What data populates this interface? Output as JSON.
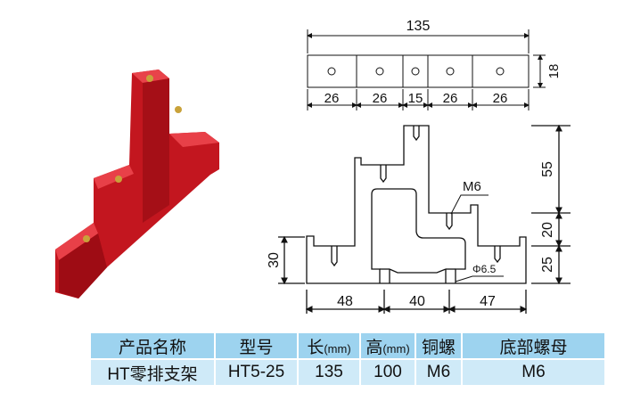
{
  "top_view": {
    "overall": "135",
    "thickness": "18",
    "segments": [
      "26",
      "26",
      "15",
      "26",
      "26"
    ]
  },
  "side_view": {
    "heights": [
      "55",
      "20",
      "25"
    ],
    "left_height": "30",
    "bases": [
      "48",
      "40",
      "47"
    ],
    "thread_label": "M6",
    "hole_label": "Φ6.5"
  },
  "table": {
    "headers": [
      {
        "label": "产品名称"
      },
      {
        "label": "型号"
      },
      {
        "label": "长",
        "unit": "(mm)"
      },
      {
        "label": "高",
        "unit": "(mm)"
      },
      {
        "label": "铜螺"
      },
      {
        "label": "底部螺母"
      }
    ],
    "row": [
      "HT零排支架",
      "HT5-25",
      "135",
      "100",
      "M6",
      "M6"
    ]
  },
  "colors": {
    "product": "#d8202a",
    "header_bg": "#9dd3ef",
    "row_bg": "#cfeaf8"
  }
}
